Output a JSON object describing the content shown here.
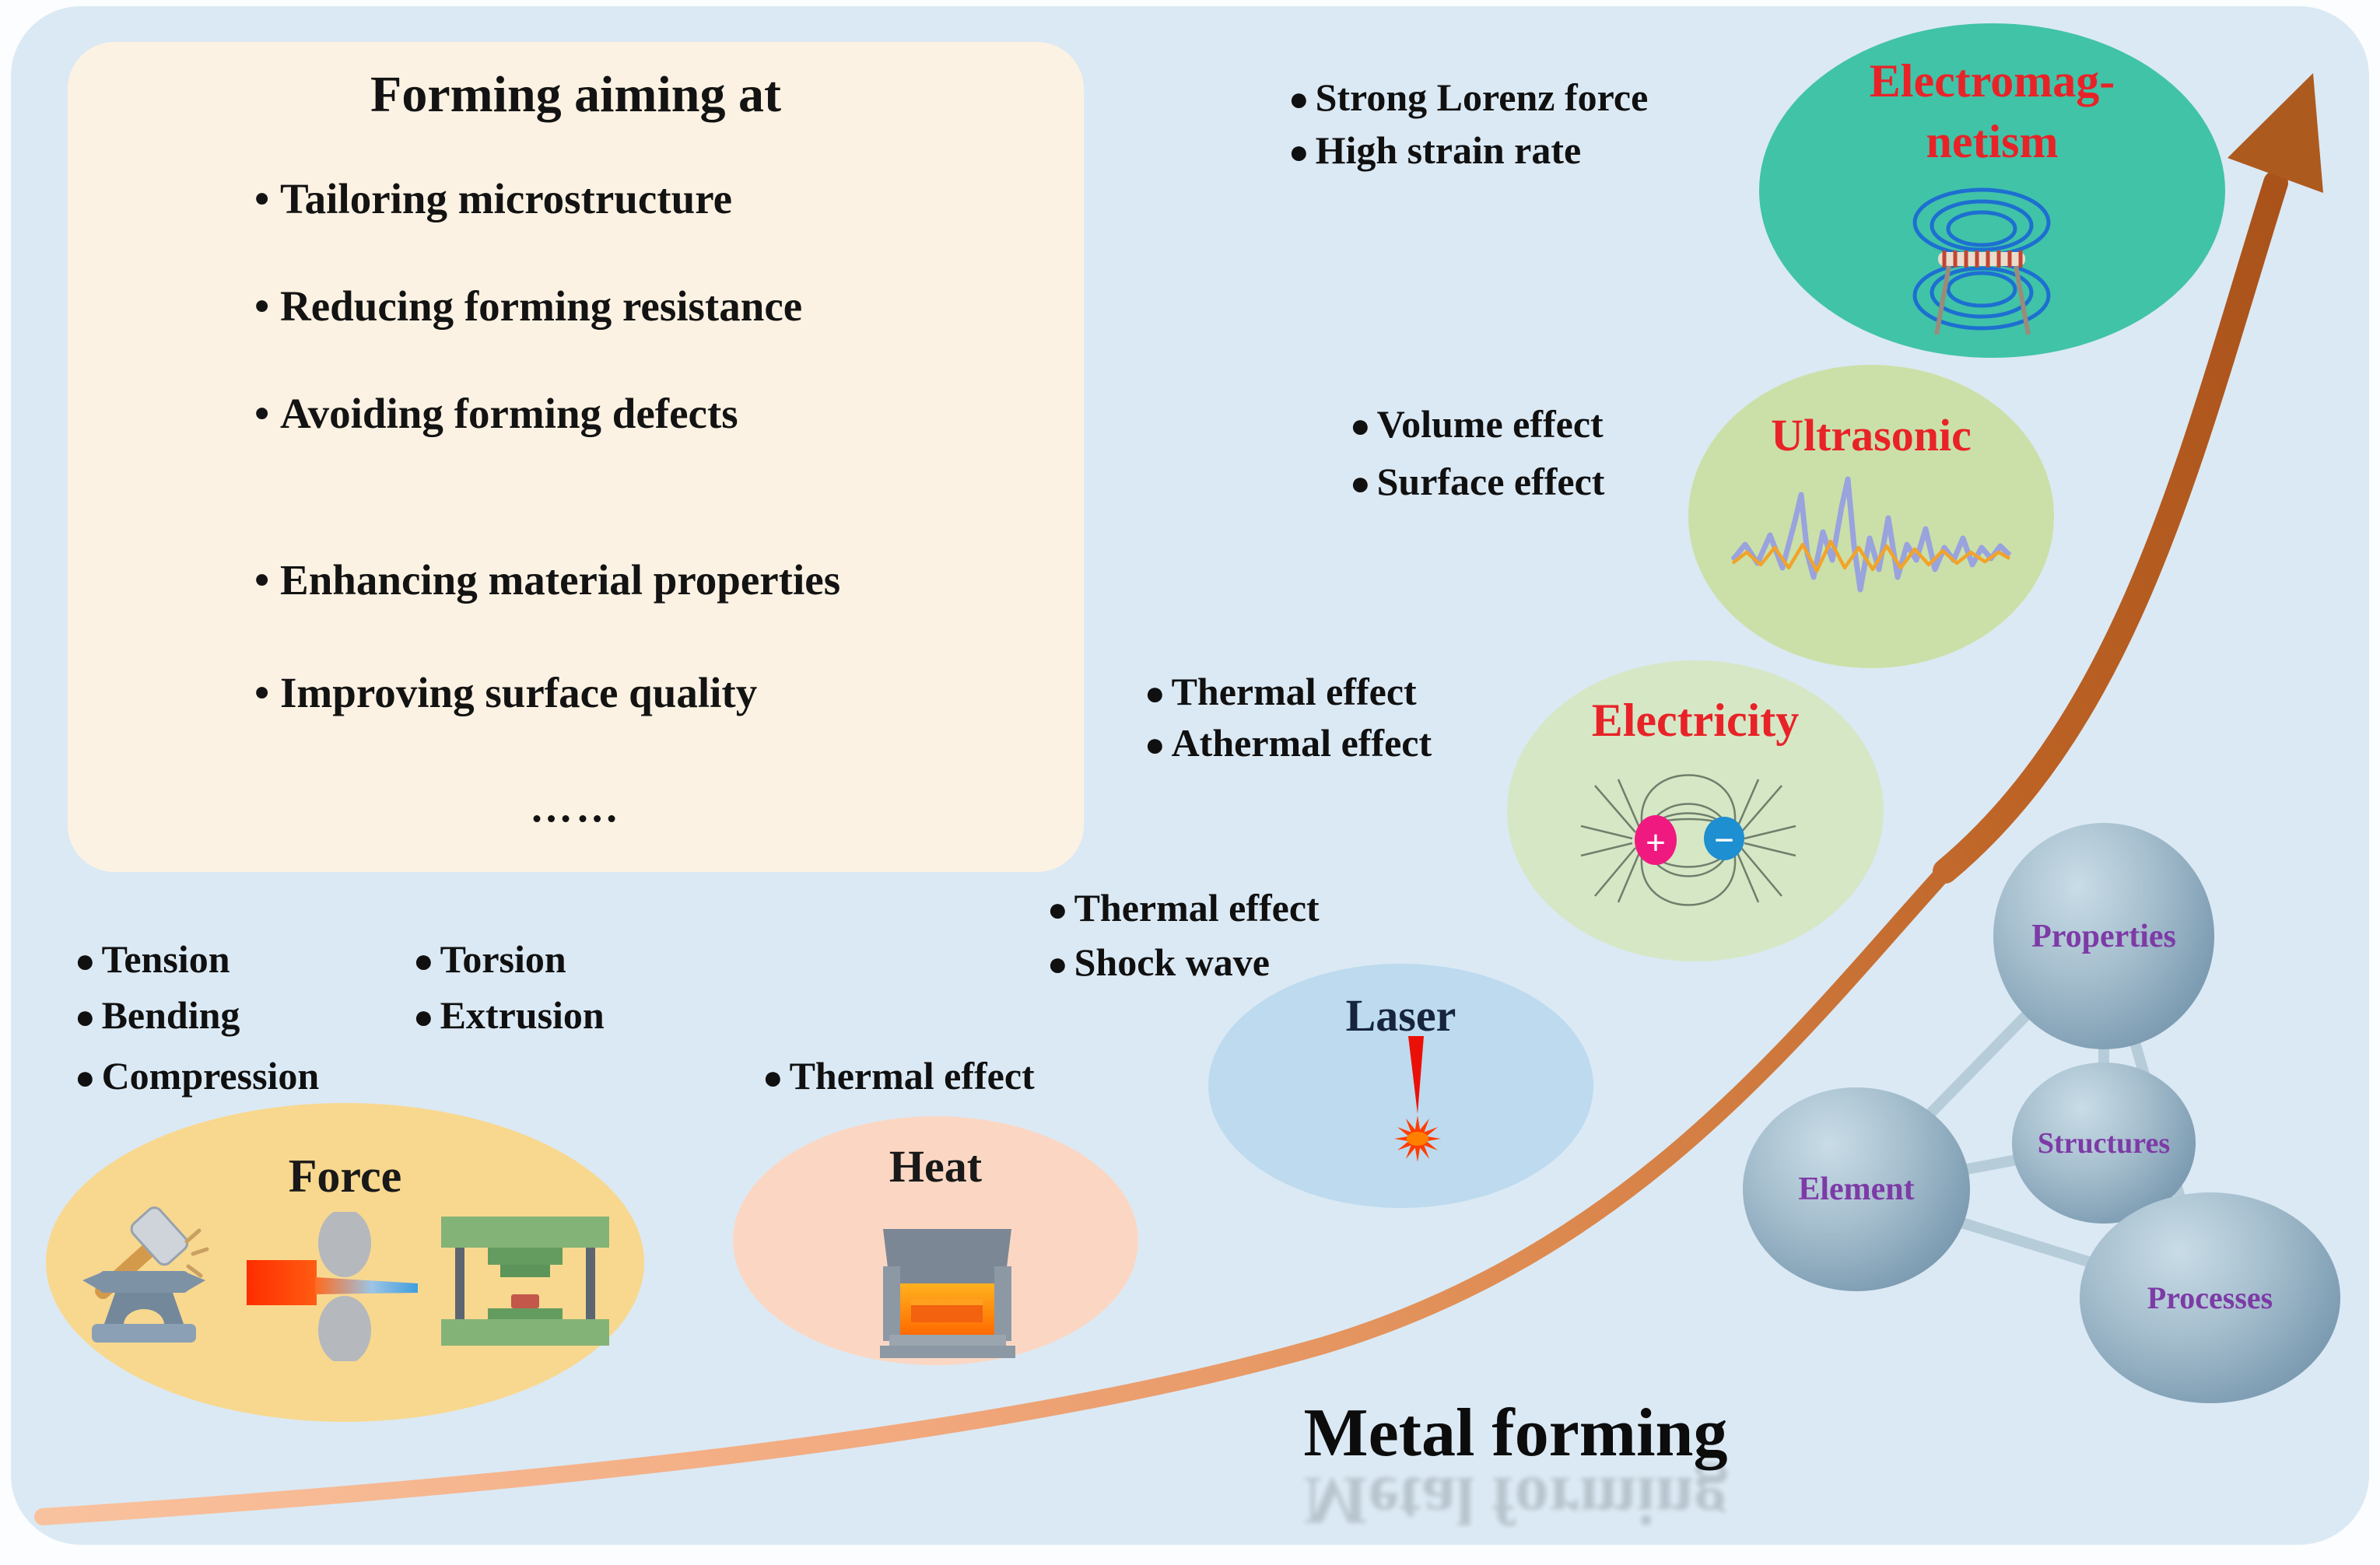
{
  "goals_box": {
    "title": "Forming aiming at",
    "items": [
      "Tailoring microstructure",
      "Reducing forming resistance",
      "Avoiding forming defects",
      "Enhancing material properties",
      "Improving surface quality",
      "……"
    ]
  },
  "force": {
    "title": "Force",
    "bullets_left": [
      "Tension",
      "Bending",
      "Compression"
    ],
    "bullets_right": [
      "Torsion",
      "Extrusion"
    ]
  },
  "heat": {
    "title": "Heat",
    "bullets": [
      "Thermal effect"
    ]
  },
  "laser": {
    "title": "Laser",
    "bullets": [
      "Thermal effect",
      "Shock wave"
    ]
  },
  "electricity": {
    "title": "Electricity",
    "bullets": [
      "Thermal effect",
      "Athermal effect"
    ],
    "plus_charge": "+",
    "minus_charge": "−"
  },
  "ultrasonic": {
    "title": "Ultrasonic",
    "bullets": [
      "Volume effect",
      "Surface effect"
    ]
  },
  "electromagnetism": {
    "title_line1": "Electromag-",
    "title_line2": "netism",
    "bullets": [
      "Strong Lorenz force",
      "High strain rate"
    ]
  },
  "tetrahedron": {
    "properties": "Properties",
    "structures": "Structures",
    "element": "Element",
    "processes": "Processes"
  },
  "axis_label": "Metal forming",
  "colors": {
    "panel_bg": "#dbe9f4",
    "goals_box_bg": "#fcf2e3",
    "force_fill": "#f8d88f",
    "heat_fill": "#fbd7c3",
    "laser_fill": "#bddaee",
    "electricity_fill": "#d6e7c6",
    "ultrasonic_fill": "#cbe0a8",
    "electromagnetism_fill": "#41c3a8",
    "red_title": "#e82328",
    "purple_label": "#7d3ba6",
    "arrow_start": "#f9c29e",
    "arrow_end": "#a9521a",
    "sphere_fill": "#8fadc1"
  }
}
